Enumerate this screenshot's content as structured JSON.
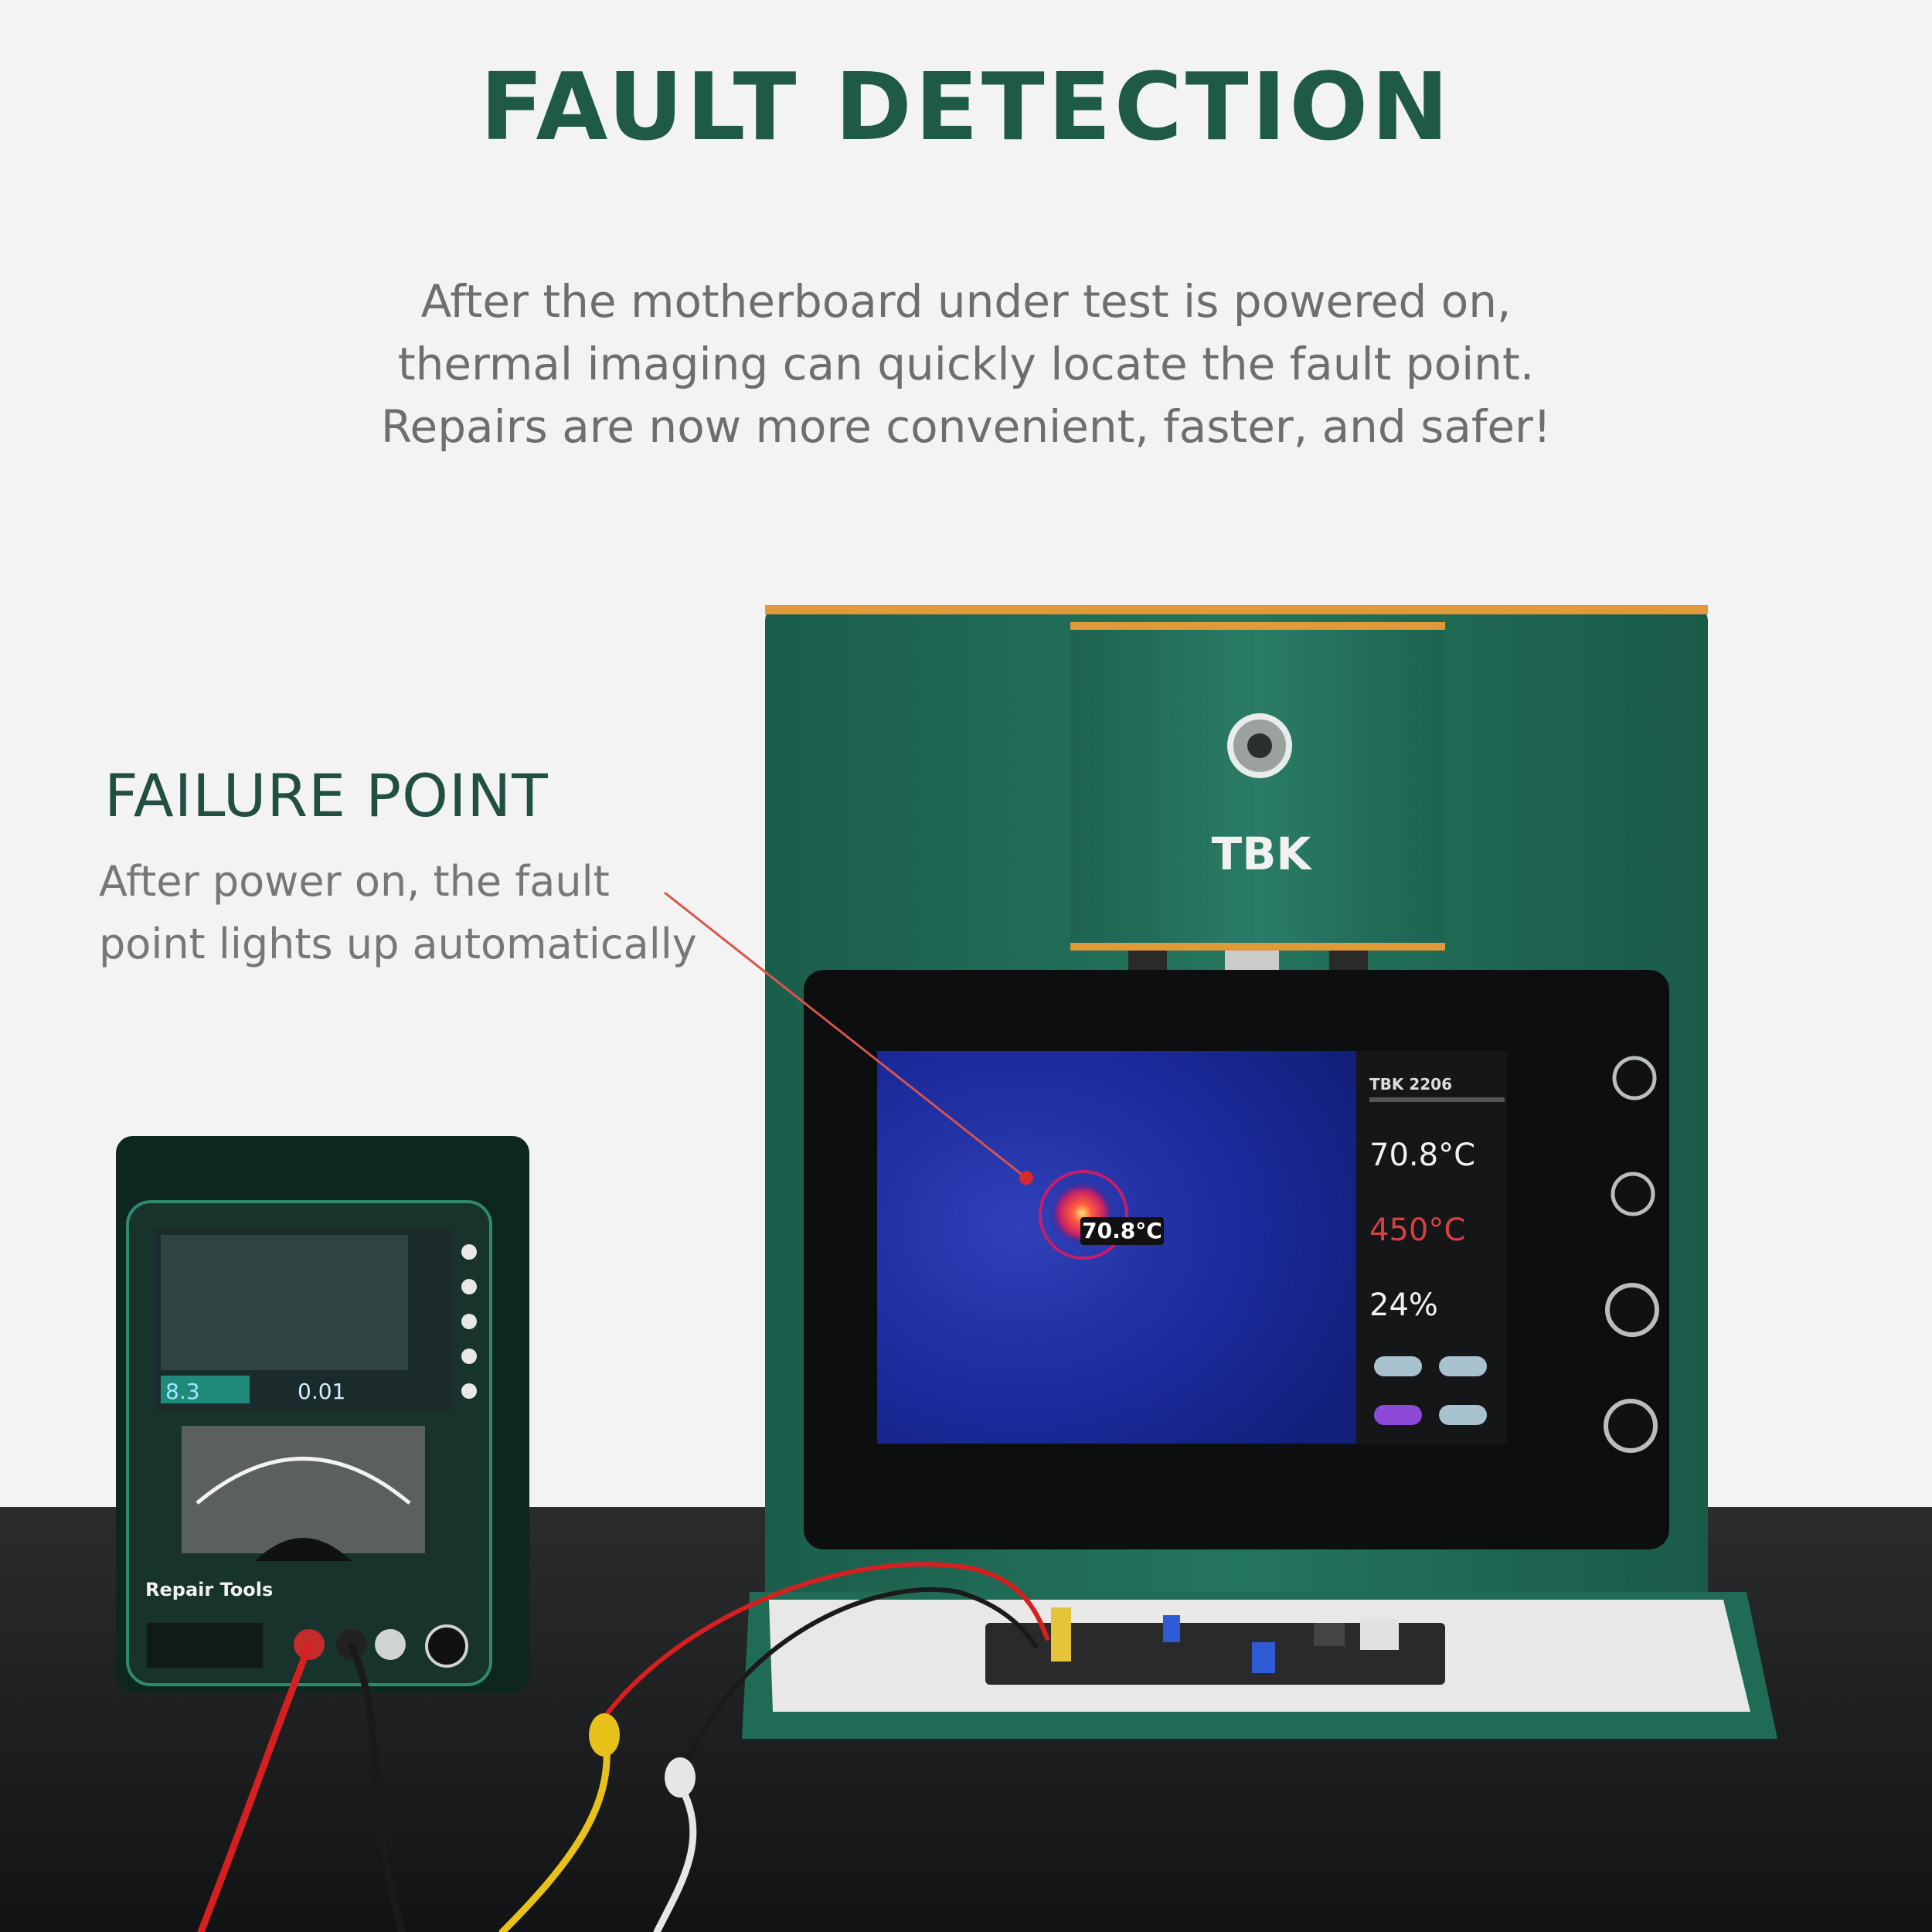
{
  "headline": "FAULT DETECTION",
  "intro": {
    "line1": "After the motherboard under test is powered on,",
    "line2": "thermal imaging can quickly locate the fault point.",
    "line3": "Repairs are now more convenient, faster, and safer!"
  },
  "failure_point": {
    "title": "FAILURE POINT",
    "line1": "After power on, the fault",
    "line2": "point lights up automatically"
  },
  "device": {
    "brand": "TBK",
    "model": "TBK 2206",
    "hotspot_label": "70.8°C",
    "readout_temp": "70.8°C",
    "readout_set": "450°C",
    "readout_percent": "24%"
  },
  "power_supply": {
    "brand": "Repair Tools",
    "voltage_display": "8.3",
    "current_display": "0.01"
  },
  "colors": {
    "headline": "#1f5a48",
    "body_text": "#6e6e6e",
    "device_green": "#1f6b56",
    "device_trim": "#e09a3a",
    "thermal_bg": "#1a2a9a",
    "red_lead": "#d81f1f",
    "yellow_lead": "#e8c21a",
    "callout_line": "#d9534f"
  }
}
